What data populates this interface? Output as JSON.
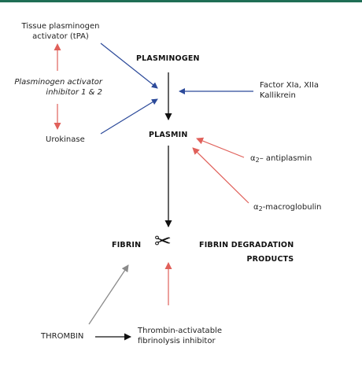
{
  "labels": {
    "tpa_line1": "Tissue plasminogen",
    "tpa_line2": "activator (tPA)",
    "pai_line1": "Plasminogen activator",
    "pai_line2": "inhibitor 1 & 2",
    "urokinase": "Urokinase",
    "plasminogen": "PLASMINOGEN",
    "plasmin": "PLASMIN",
    "factor_line1": "Factor XIa, XIIa",
    "factor_line2": "Kallikrein",
    "alpha_symbol": "α",
    "alpha_sub": "2",
    "antiplasmin_suffix": "– antiplasmin",
    "macroglobulin_suffix": "-macroglobulin",
    "fibrin": "FIBRIN",
    "fdp_line1": "FIBRIN  DEGRADATION",
    "fdp_line2": "PRODUCTS",
    "thrombin": "THROMBIN",
    "tafi_line1": "Thrombin-activatable",
    "tafi_line2": "fibrinolysis inhibitor",
    "scissors": "✂"
  },
  "colors": {
    "accent_bar": "#1f6e55",
    "activation_arrow": "#2c4a9a",
    "inhibition_arrow": "#e0605a",
    "main_arrow": "#111111",
    "thrombin_arrow": "#8a8a8a"
  }
}
